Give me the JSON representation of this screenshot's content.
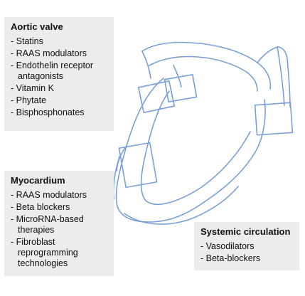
{
  "panels": {
    "aortic_valve": {
      "title": "Aortic valve",
      "items": [
        "Statins",
        "RAAS modulators",
        "Endothelin receptor antagonists",
        "Vitamin K",
        "Phytate",
        "Bisphosphonates"
      ]
    },
    "myocardium": {
      "title": "Myocardium",
      "items": [
        "RAAS modulators",
        "Beta blockers",
        "MicroRNA-based therapies",
        "Fibroblast reprogramming technologies"
      ]
    },
    "systemic_circulation": {
      "title": "Systemic circulation",
      "items": [
        "Vasodilators",
        "Beta-blockers"
      ]
    }
  },
  "colors": {
    "panel_background": "#ececec",
    "sketch_stroke": "#7a9fd6",
    "text": "#111111"
  }
}
